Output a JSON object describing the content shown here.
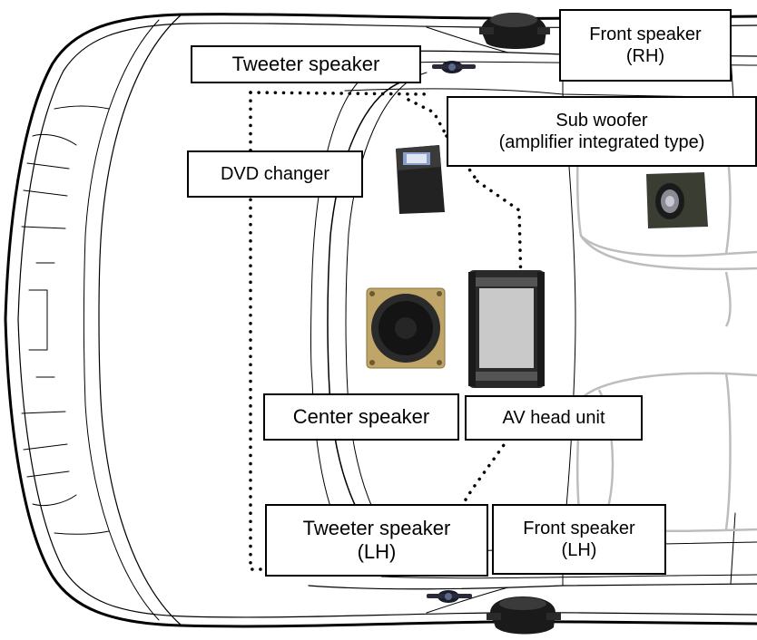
{
  "labels": {
    "tweeter_rh": "Tweeter speaker",
    "front_rh_line1": "Front speaker",
    "front_rh_line2": "(RH)",
    "subwoofer_line1": "Sub woofer",
    "subwoofer_line2": "(amplifier integrated type)",
    "dvd_changer": "DVD changer",
    "center_speaker": "Center speaker",
    "av_head_unit": "AV head unit",
    "tweeter_lh_line1": "Tweeter speaker",
    "tweeter_lh_line2": "(LH)",
    "front_lh_line1": "Front speaker",
    "front_lh_line2": "(LH)"
  }
}
